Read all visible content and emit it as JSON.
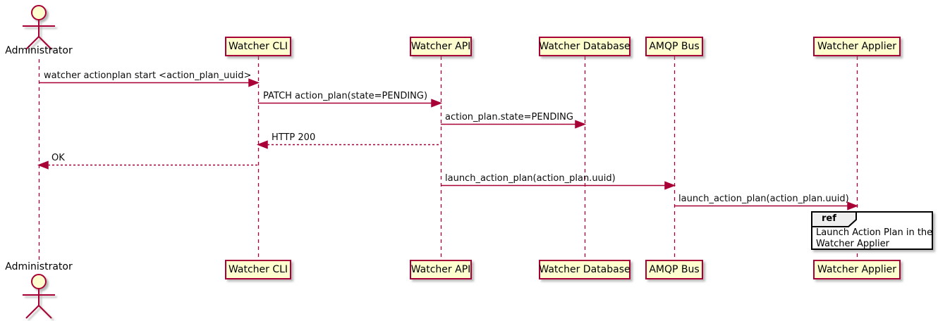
{
  "diagram_type": "uml-sequence-diagram",
  "colors": {
    "participant_fill": "#FEFECE",
    "participant_border": "#A80036",
    "lifeline": "#A80036",
    "arrow": "#A80036",
    "text": "#000000",
    "ref_border": "#000000",
    "ref_header_fill": "#EEEEEE",
    "ref_body_fill": "#FFFFFF",
    "background": "#FFFFFF"
  },
  "actor": {
    "label": "Administrator"
  },
  "participants": [
    {
      "id": "watcher-cli",
      "label": "Watcher CLI"
    },
    {
      "id": "watcher-api",
      "label": "Watcher API"
    },
    {
      "id": "watcher-database",
      "label": "Watcher Database"
    },
    {
      "id": "amqp-bus",
      "label": "AMQP Bus"
    },
    {
      "id": "watcher-applier",
      "label": "Watcher Applier"
    }
  ],
  "messages": [
    {
      "from": "Administrator",
      "to": "Watcher CLI",
      "style": "solid",
      "label": "watcher actionplan start <action_plan_uuid>"
    },
    {
      "from": "Watcher CLI",
      "to": "Watcher API",
      "style": "solid",
      "label": "PATCH action_plan(state=PENDING)"
    },
    {
      "from": "Watcher API",
      "to": "Watcher Database",
      "style": "solid",
      "label": "action_plan.state=PENDING"
    },
    {
      "from": "Watcher API",
      "to": "Watcher CLI",
      "style": "dashed",
      "label": "HTTP 200"
    },
    {
      "from": "Watcher CLI",
      "to": "Administrator",
      "style": "dashed",
      "label": "OK"
    },
    {
      "from": "Watcher API",
      "to": "AMQP Bus",
      "style": "solid",
      "label": "launch_action_plan(action_plan.uuid)"
    },
    {
      "from": "AMQP Bus",
      "to": "Watcher Applier",
      "style": "solid",
      "label": "launch_action_plan(action_plan.uuid)"
    }
  ],
  "ref_fragment": {
    "keyword": "ref",
    "line1": "Launch Action Plan in the",
    "line2": "Watcher Applier"
  }
}
